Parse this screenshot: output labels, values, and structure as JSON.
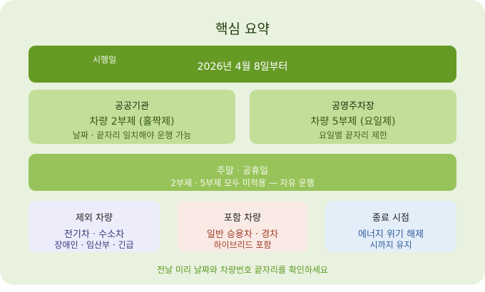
{
  "title": "핵심 요약",
  "banner": {
    "label": "시행일",
    "value": "2026년 4월 8일부터"
  },
  "cards_top": [
    {
      "heading": "공공기관",
      "main": "차량 2부제 (홀짝제)",
      "sub": "날짜 · 끝자리 일치해야 운행 가능"
    },
    {
      "heading": "공영주차장",
      "main": "차량 5부제 (요일제)",
      "sub": "요일별 끝자리 제한"
    }
  ],
  "weekend": {
    "heading": "주말 · 공휴일",
    "sub": "2부제 · 5부제 모두 미적용 — 자유 운행"
  },
  "cards_bottom": [
    {
      "heading": "제외 차량",
      "line1": "전기차 · 수소차",
      "line2": "장애인 · 임산부 · 긴급",
      "text_color": "#3a3a7a",
      "bg": "#ececfb"
    },
    {
      "heading": "포함 차량",
      "line1": "일반 승용차 · 경차",
      "line2": "하이브리드 포함",
      "text_color": "#a0402a",
      "bg": "#faeae5"
    },
    {
      "heading": "종료 시점",
      "line1": "에너지 위기 해제",
      "line2": "시까지 유지",
      "text_color": "#2f5e9a",
      "bg": "#e4eef9"
    }
  ],
  "footer": "전날 미리 날짜와 차량번호 끝자리를 확인하세요"
}
